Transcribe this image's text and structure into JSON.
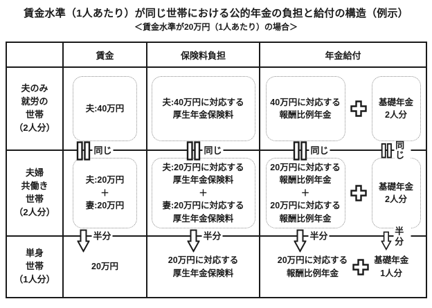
{
  "title": "賃金水準（1人あたり）が同じ世帯における公的年金の負担と給付の構造（例示）",
  "subtitle": "＜賃金水準が20万円（1人あたり）の場合＞",
  "table": {
    "col_headers": {
      "wage": "賃金",
      "premium": "保険料負担",
      "pension": "年金給付"
    },
    "markers": {
      "same": "同じ",
      "half": "半分"
    },
    "rows": [
      {
        "label": "夫のみ\n就労の\n世帯\n（2人分）",
        "wage": "夫:40万円",
        "premium": "夫:40万円に対応する\n厚生年金保険料",
        "pension_proportional": "40万円に対応する\n報酬比例年金",
        "pension_basic": "基礎年金\n2人分"
      },
      {
        "label": "夫婦\n共働き\n世帯\n（2人分）",
        "wage": "夫:20万円\n＋\n妻:20万円",
        "premium": "夫:20万円に対応する\n厚生年金保険料\n＋\n妻:20万円に対応する\n厚生年金保険料",
        "pension_proportional": "20万円に対応する\n報酬比例年金\n＋\n20万円に対応する\n報酬比例年金",
        "pension_basic": "基礎年金\n2人分"
      },
      {
        "label": "単身\n世帯\n（1人分）",
        "wage": "20万円",
        "premium": "20万円に対応する\n厚生年金保険料",
        "pension_proportional": "20万円に対応する\n報酬比例年金",
        "pension_basic": "基礎年金\n1人分"
      }
    ],
    "colors": {
      "border": "#1a1a1a",
      "dashed_box_border": "#8c8c8c",
      "text": "#1a1a1a",
      "background": "#ffffff"
    }
  }
}
